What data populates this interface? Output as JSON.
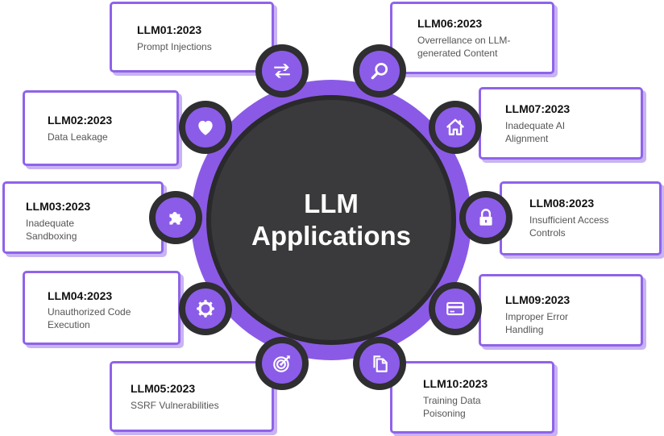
{
  "center": {
    "line1": "LLM",
    "line2": "Applications"
  },
  "items": [
    {
      "code": "LLM01:2023",
      "desc": "Prompt Injections",
      "icon": "swap-arrows-icon"
    },
    {
      "code": "LLM02:2023",
      "desc": "Data Leakage",
      "icon": "heart-icon"
    },
    {
      "code": "LLM03:2023",
      "desc": "Inadequate\nSandboxing",
      "icon": "puzzle-icon"
    },
    {
      "code": "LLM04:2023",
      "desc": "Unauthorized Code\nExecution",
      "icon": "gear-icon"
    },
    {
      "code": "LLM05:2023",
      "desc": "SSRF Vulnerabilities",
      "icon": "target-icon"
    },
    {
      "code": "LLM06:2023",
      "desc": "Overrellance on LLM-\ngenerated Content",
      "icon": "search-icon"
    },
    {
      "code": "LLM07:2023",
      "desc": "Inadequate AI\nAlignment",
      "icon": "home-icon"
    },
    {
      "code": "LLM08:2023",
      "desc": "Insufficient Access\nControls",
      "icon": "lock-icon"
    },
    {
      "code": "LLM09:2023",
      "desc": "Improper Error\nHandling",
      "icon": "credit-card-icon"
    },
    {
      "code": "LLM10:2023",
      "desc": "Training Data\nPoisoning",
      "icon": "documents-icon"
    }
  ],
  "colors": {
    "accent": "#8b5ce8",
    "dark": "#3a393b",
    "card_border": "#8f63ea"
  }
}
